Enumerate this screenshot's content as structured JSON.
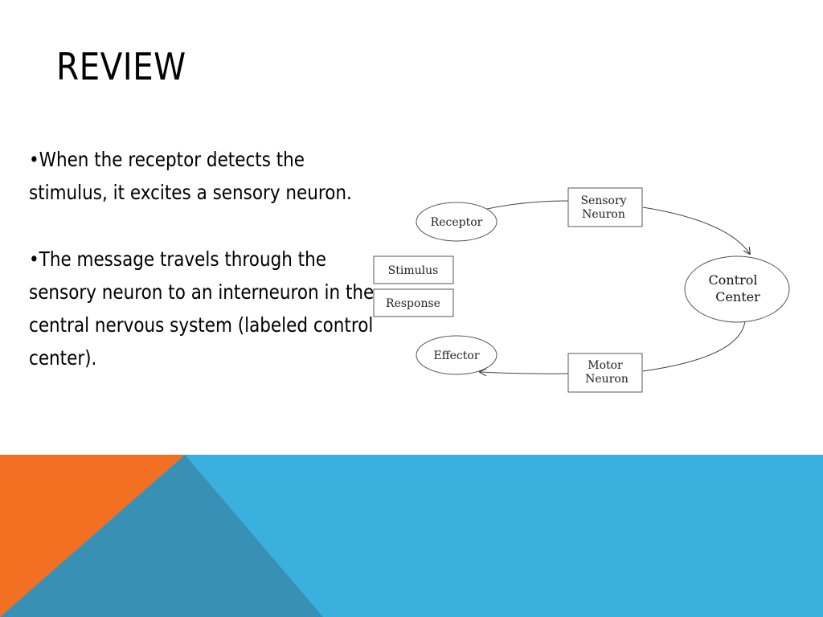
{
  "slide": {
    "title": "REVIEW",
    "bullets": [
      "•When the receptor detects the stimulus, it excites a sensory neuron.",
      "•The message travels through the sensory neuron to an interneuron in the central nervous system (labeled control center)."
    ]
  },
  "diagram": {
    "receptor": "Receptor",
    "sensory_neuron": [
      "Sensory",
      "Neuron"
    ],
    "control_center": [
      "Control",
      "Center"
    ],
    "motor_neuron": [
      "Motor",
      "Neuron"
    ],
    "effector": "Effector",
    "stimulus": "Stimulus",
    "response": "Response"
  },
  "colors": {
    "orange": "#f36f21",
    "blue": "#3ab0de",
    "dark_blue": "#3891b5"
  }
}
